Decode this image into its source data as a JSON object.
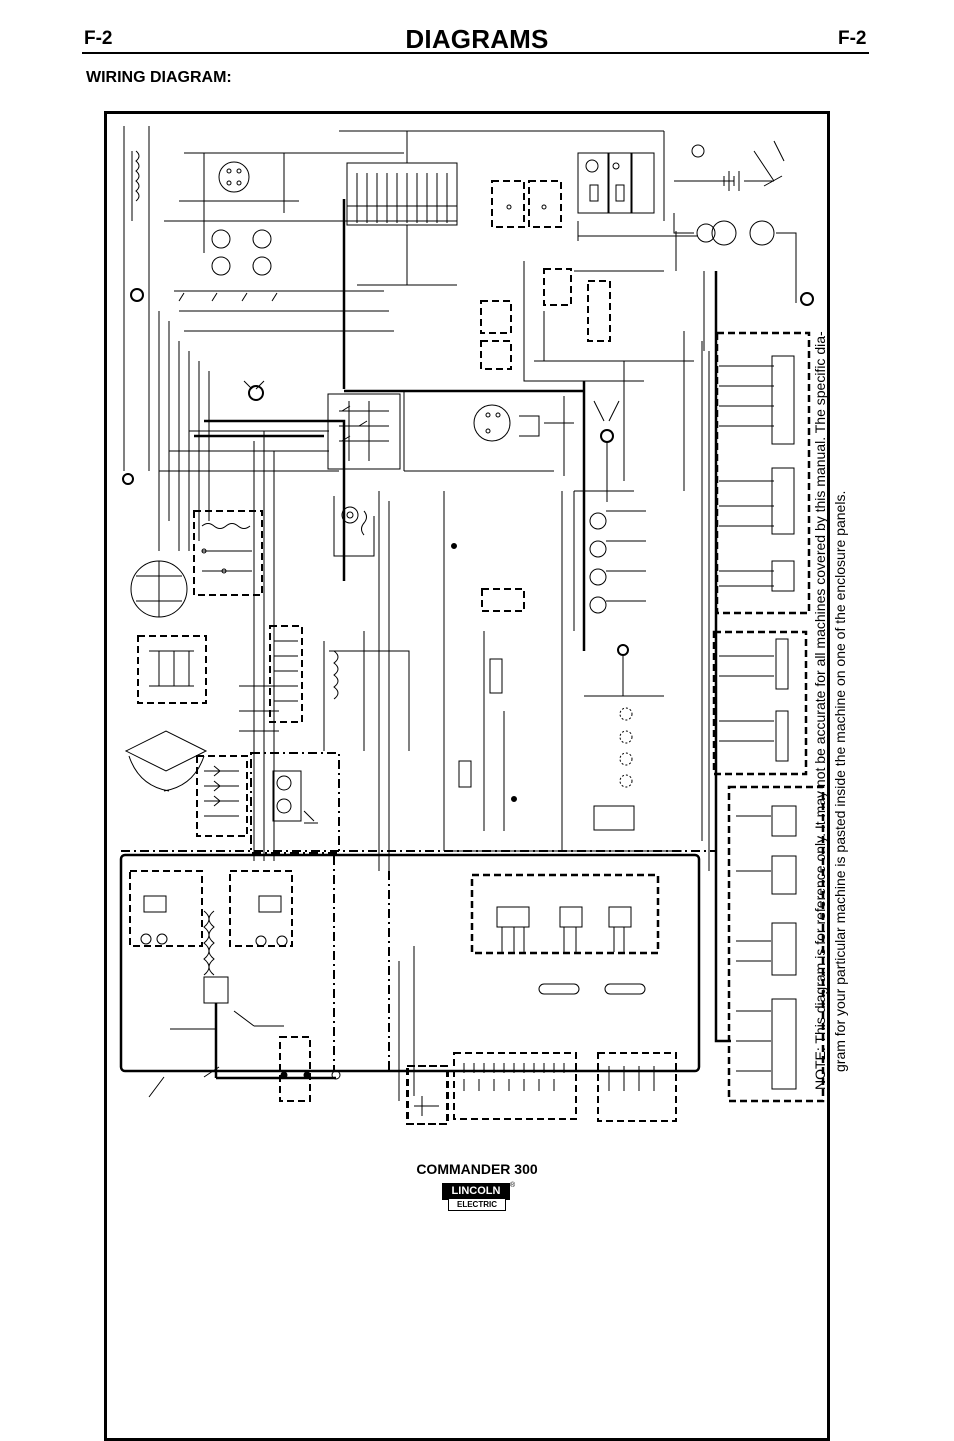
{
  "header": {
    "page_code_left": "F-2",
    "page_code_right": "F-2",
    "title": "DIAGRAMS"
  },
  "section": {
    "label": "WIRING DIAGRAM:"
  },
  "note": {
    "line1": "NOTE: This diagram is for reference only. It may not be accurate for all machines covered by this manual.  The specific dia-",
    "line2": "gram for your particular machine is pasted inside the machine on one of the enclosure panels."
  },
  "footer": {
    "model": "COMMANDER 300",
    "logo_top": "LINCOLN",
    "logo_bottom": "ELECTRIC",
    "logo_mark": "®"
  }
}
